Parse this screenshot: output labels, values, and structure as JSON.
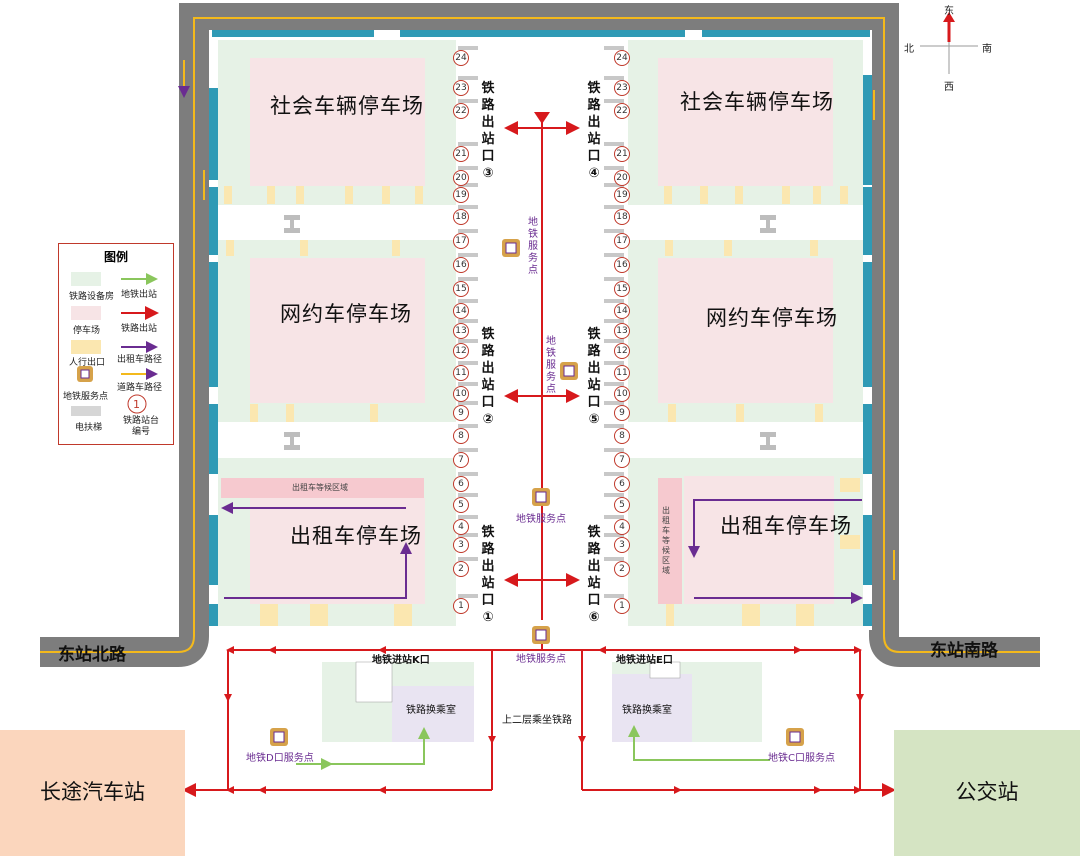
{
  "colors": {
    "road": "#7d7d7d",
    "road_line": "#f3b91c",
    "equipment_room": "#e6f2e6",
    "parking": "#f7e4e6",
    "taxi_wait": "#f6c9cf",
    "pedestrian": "#fbe7b0",
    "teal": "#2f9ab5",
    "railway_exit_arrow": "#d7191c",
    "taxi_route": "#6a2c91",
    "metro_exit_arrow": "#8ac65c",
    "bus_station": "#d5e4c3",
    "coach_station": "#fbd6bd"
  },
  "compass": {
    "north": "北",
    "south": "南",
    "east": "东",
    "west": "西"
  },
  "legend": {
    "title": "图例",
    "items": [
      {
        "label": "铁路设备房",
        "icon": "equipment-room-swatch"
      },
      {
        "label": "地铁出站",
        "icon": "green-arrow-icon"
      },
      {
        "label": "停车场",
        "icon": "parking-swatch"
      },
      {
        "label": "铁路出站",
        "icon": "red-arrow-icon"
      },
      {
        "label": "人行出口",
        "icon": "pedestrian-exit-swatch"
      },
      {
        "label": "出租车路径",
        "icon": "purple-arrow-icon"
      },
      {
        "label": "地铁服务点",
        "icon": "metro-service-icon"
      },
      {
        "label": "道路车路径",
        "icon": "yellow-arrow-icon"
      },
      {
        "label": "电扶梯",
        "icon": "escalator-icon"
      },
      {
        "label": "铁路站台编号",
        "icon": "platform-number-icon",
        "sample": "1"
      }
    ]
  },
  "zones": {
    "nw_parking": "社会车辆停车场",
    "ne_parking": "社会车辆停车场",
    "w_online_car": "网约车停车场",
    "e_online_car": "网约车停车场",
    "w_taxi": "出租车停车场",
    "e_taxi": "出租车停车场",
    "w_taxi_wait": "出租车等候区域",
    "e_taxi_wait": "出租车等候区域"
  },
  "exits": {
    "exit3": "铁路出站口③",
    "exit4": "铁路出站口④",
    "exit2": "铁路出站口②",
    "exit5": "铁路出站口⑤",
    "exit1": "铁路出站口①",
    "exit6": "铁路出站口⑥"
  },
  "platforms_left": [
    "24",
    "23",
    "22",
    "21",
    "20",
    "19",
    "18",
    "17",
    "16",
    "15",
    "14",
    "13",
    "12",
    "11",
    "10",
    "9",
    "8",
    "7",
    "6",
    "5",
    "4",
    "3",
    "2",
    "1"
  ],
  "platforms_right": [
    "24",
    "23",
    "22",
    "21",
    "20",
    "19",
    "18",
    "17",
    "16",
    "15",
    "14",
    "13",
    "12",
    "11",
    "10",
    "9",
    "8",
    "7",
    "6",
    "5",
    "4",
    "3",
    "2",
    "1"
  ],
  "metro": {
    "service_point_1": "地铁服务点",
    "service_point_2": "地铁服务点",
    "service_point_3": "地铁服务点",
    "service_point_4": "地铁服务点",
    "entrance_k": "地铁进站K口",
    "entrance_e": "地铁进站E口",
    "service_d": "地铁D口服务点",
    "service_c": "地铁C口服务点"
  },
  "transfer_left": "铁路换乘室",
  "transfer_right": "铁路换乘室",
  "upper_floor": "上二层乘坐铁路",
  "roads": {
    "north_road": "东站北路",
    "south_road": "东站南路"
  },
  "stations": {
    "coach": "长途汽车站",
    "bus": "公交站"
  }
}
